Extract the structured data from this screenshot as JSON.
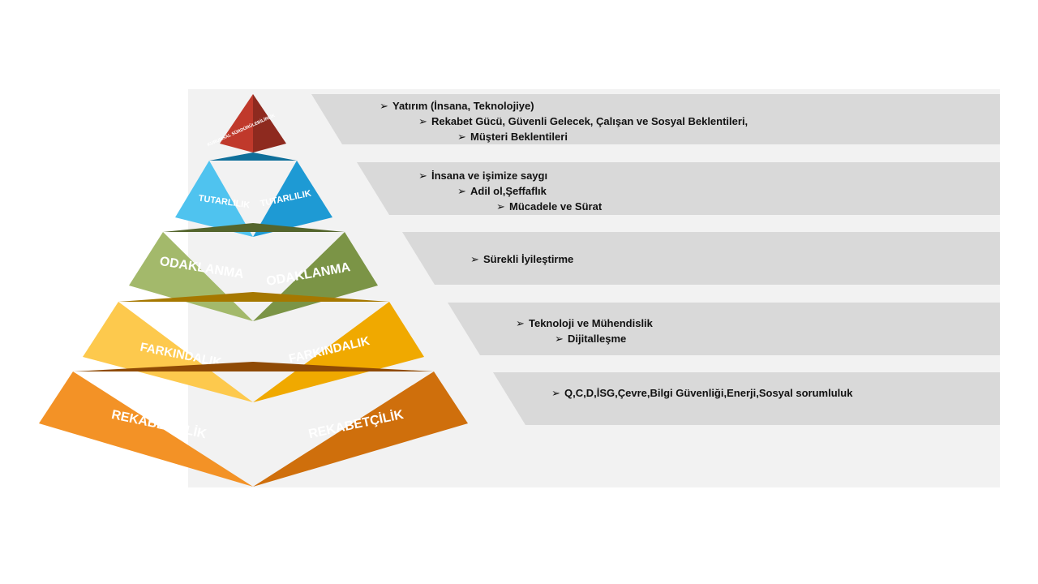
{
  "colors": {
    "panel_background": "#f2f2f2",
    "band": "#d9d9d9",
    "text": "#111111"
  },
  "pyramid": {
    "tiers": [
      {
        "left_label": "KURUMSAL SÜRDÜRÜLEBİLİRLİK",
        "right_label": "",
        "colors": {
          "left": "#c0392b",
          "right": "#8e2a1f",
          "top": "#7a2016"
        }
      },
      {
        "left_label": "TUTARLILIK",
        "right_label": "TUTARLILIK",
        "colors": {
          "left": "#4fc3ef",
          "right": "#1e9ad4",
          "top": "#0f6f9a"
        }
      },
      {
        "left_label": "ODAKLANMA",
        "right_label": "ODAKLANMA",
        "colors": {
          "left": "#a3b96b",
          "right": "#7b9446",
          "top": "#54652d"
        }
      },
      {
        "left_label": "FARKINDALIK",
        "right_label": "FARKINDALIK",
        "colors": {
          "left": "#fdc94d",
          "right": "#f0a900",
          "top": "#a67800"
        }
      },
      {
        "left_label": "REKABETÇİLİK",
        "right_label": "REKABETÇİLİK",
        "colors": {
          "left": "#f39226",
          "right": "#cf6f0c",
          "top": "#8f4a05"
        }
      }
    ]
  },
  "bands": [
    {
      "items": [
        "Yatırım (İnsana, Teknolojiye)",
        "Rekabet Gücü, Güvenli Gelecek, Çalışan ve Sosyal Beklentileri,",
        "Müşteri Beklentileri"
      ]
    },
    {
      "items": [
        "İnsana ve işimize saygı",
        "Adil ol,Şeffaflık",
        "Mücadele ve Sürat"
      ]
    },
    {
      "items": [
        "Sürekli İyileştirme"
      ]
    },
    {
      "items": [
        "Teknoloji ve Mühendislik",
        "Dijitalleşme"
      ]
    },
    {
      "items": [
        "Q,C,D,İSG,Çevre,Bilgi Güvenliği,Enerji,Sosyal sorumluluk"
      ]
    }
  ]
}
